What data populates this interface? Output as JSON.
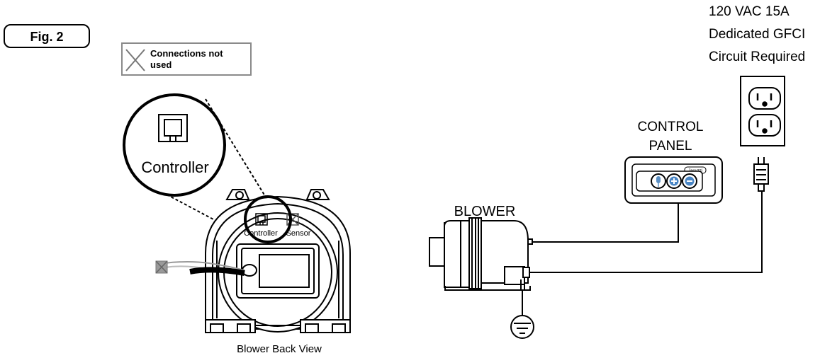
{
  "figure_label": "Fig. 2",
  "legend": {
    "line1": "Connections not",
    "line2": "used",
    "icon": "x-mark-icon"
  },
  "zoom_callout": {
    "port_label": "Controller"
  },
  "blower_back": {
    "port_controller": "Controller",
    "port_sensor": "Sensor",
    "caption": "Blower Back View"
  },
  "power": {
    "line1": "120 VAC 15A",
    "line2": "Dedicated GFCI",
    "line3": "Circuit Required"
  },
  "control_panel": {
    "line1": "CONTROL",
    "line2": "PANEL",
    "brand": "Jacuzzi",
    "buttons": [
      "microphone-icon",
      "plus-icon",
      "minus-icon"
    ]
  },
  "blower_label": "BLOWER",
  "ground_icon": "ground-icon",
  "colors": {
    "line": "#000000",
    "box_border": "#8a8a8a",
    "unused_fill": "#9a9a9a"
  }
}
